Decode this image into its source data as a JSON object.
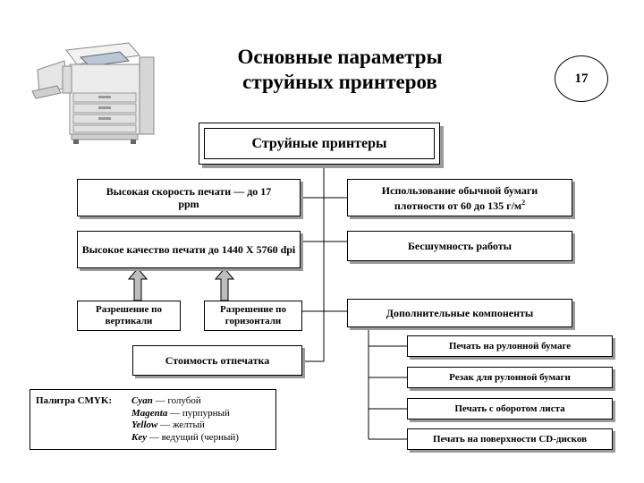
{
  "title": {
    "line1": "Основные параметры",
    "line2": "струйных принтеров"
  },
  "page_number": "17",
  "header": "Струйные принтеры",
  "left_column": {
    "speed": "Высокая скорость печати — до 17 ppm",
    "quality": "Высокое качество печати до 1440 Х 5760 dpi",
    "res_vertical": "Разрешение по вертикали",
    "res_horizontal": "Разрешение по горизонтали",
    "cost": "Стоимость отпечатка"
  },
  "right_column": {
    "paper_main": "Использование обычной бумаги",
    "paper_density": "плотности от 60 до 135 г/м",
    "paper_sup": "2",
    "silent": "Бесшумность работы",
    "extras": "Дополнительные компоненты",
    "extra_items": [
      "Печать на рулонной бумаге",
      "Резак для рулонной бумаги",
      "Печать с оборотом листа",
      "Печать на поверхности CD-дисков"
    ]
  },
  "palette": {
    "label": "Палитра CMYK:",
    "items": [
      {
        "key": "Cyan",
        "desc": " — голубой"
      },
      {
        "key": "Magenta",
        "desc": " — пурпурный"
      },
      {
        "key": "Yellow",
        "desc": " — желтый"
      },
      {
        "key": "Key",
        "desc": " — ведущий (черный)"
      }
    ]
  },
  "colors": {
    "box_border": "#000000",
    "shadow": "#9a9a9a",
    "arrow_fill": "#bdbdbd"
  },
  "icons": {
    "printer_image": "copier-icon"
  }
}
